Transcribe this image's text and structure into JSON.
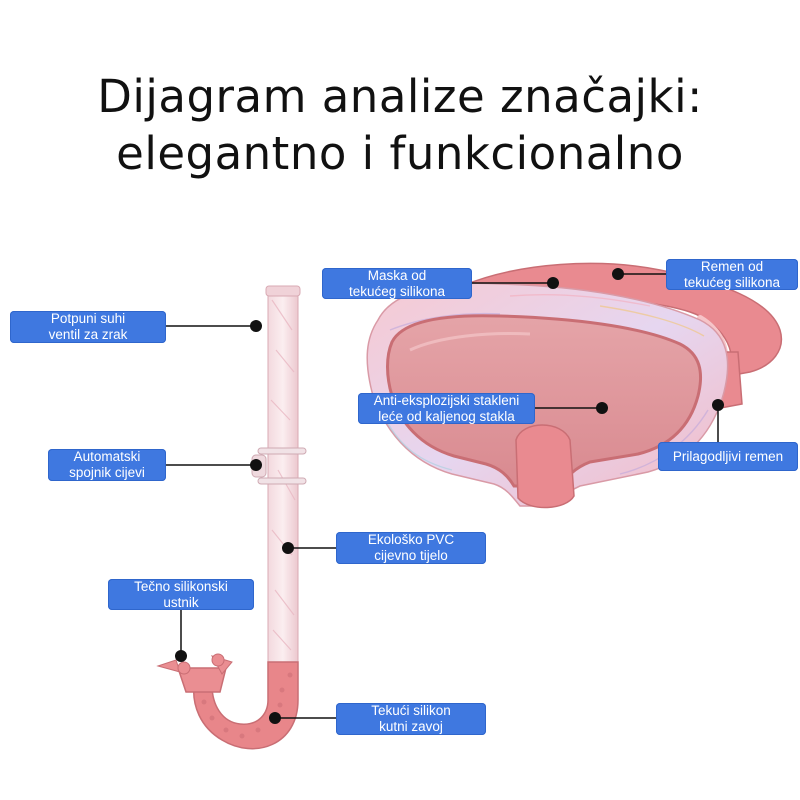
{
  "title": {
    "line1": "Dijagram analize značajki:",
    "line2": "elegantno i funkcionalno"
  },
  "labels": {
    "valve": [
      "Potpuni suhi",
      "ventil za zrak"
    ],
    "connector": [
      "Automatski",
      "spojnik cijevi"
    ],
    "mouthpiece": [
      "Tečno silikonski",
      "ustnik"
    ],
    "pvc_body": [
      "Ekološko PVC",
      "cijevno tijelo"
    ],
    "elbow": [
      "Tekući silikon",
      "kutni zavoj"
    ],
    "mask_silicone": [
      "Maska od",
      "tekućeg silikona"
    ],
    "strap_silicone": [
      "Remen od",
      "tekućeg silikona"
    ],
    "lens": [
      "Anti-eksplozijski stakleni",
      "leće od kaljenog stakla"
    ],
    "adjustable_strap": [
      "Prilagodljivi remen"
    ]
  },
  "colors": {
    "label_bg": "#3f78e0",
    "label_text": "#ffffff",
    "product_pink": "#e8868a",
    "leader_line": "#111111"
  }
}
